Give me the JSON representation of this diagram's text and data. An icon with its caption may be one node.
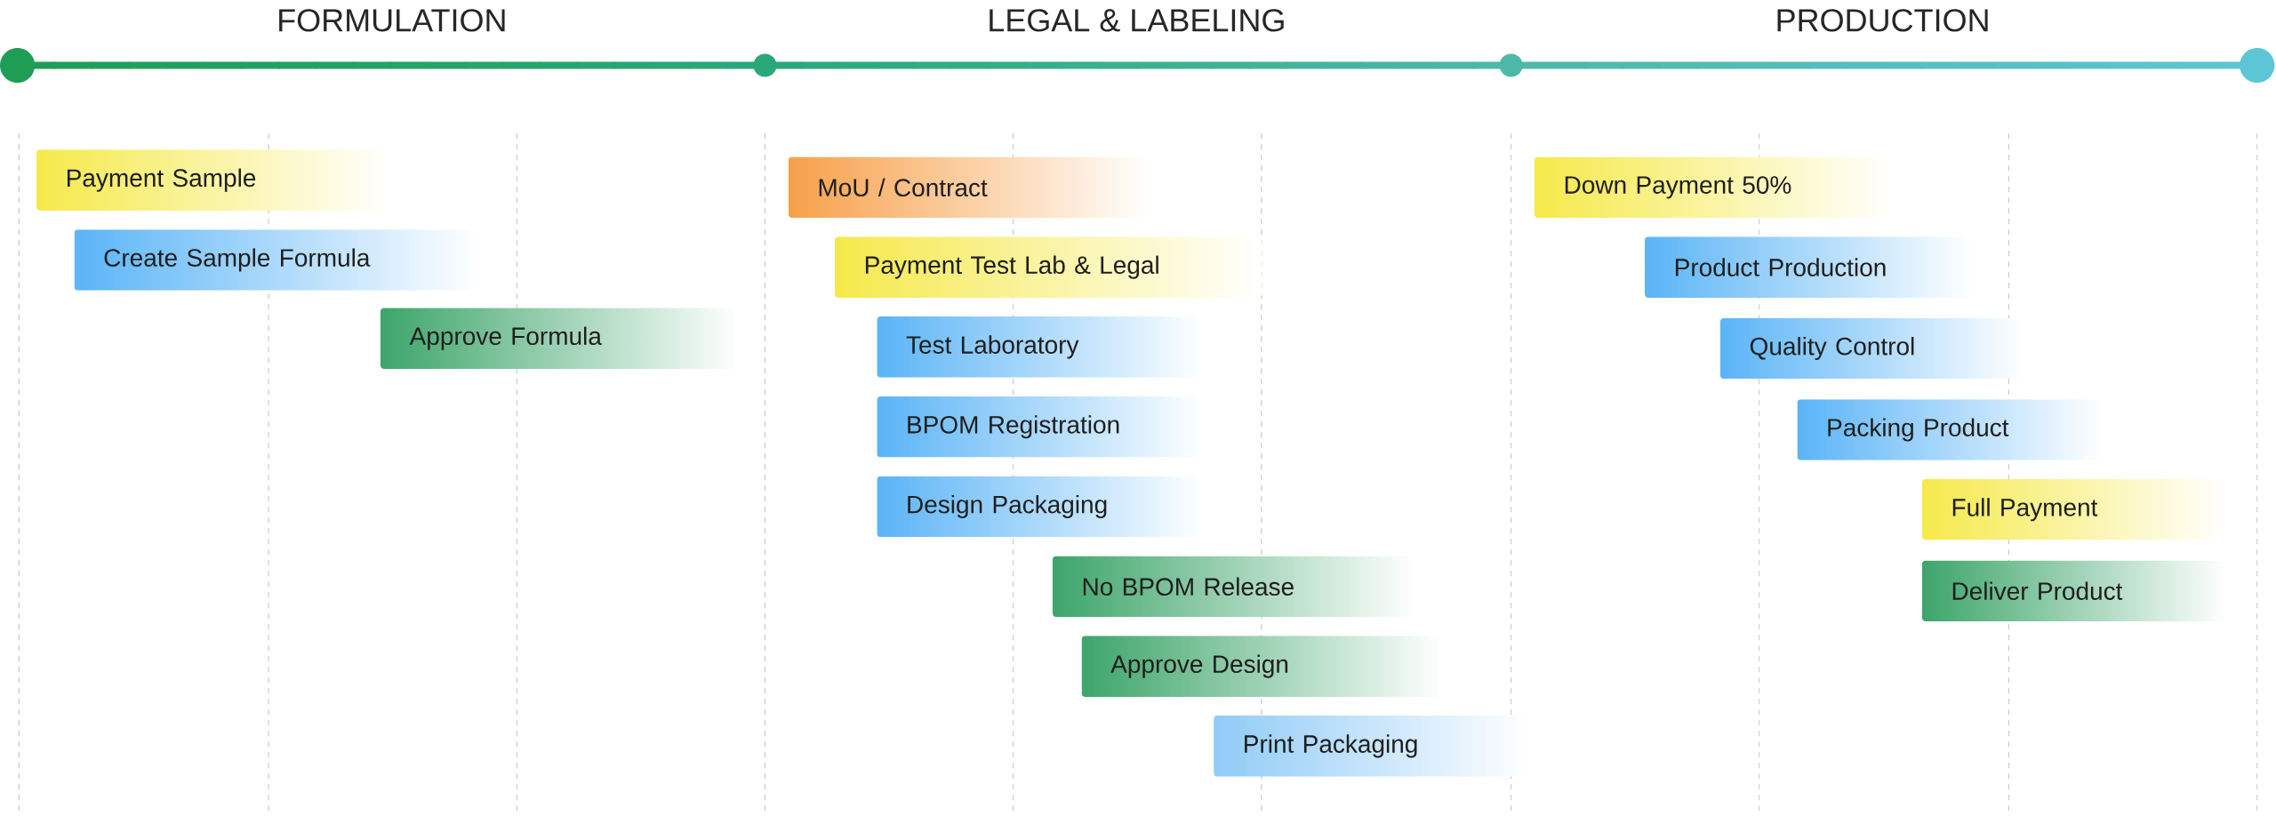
{
  "diagram": {
    "nodes": [
      {
        "text": [
          "Payment Sample"
        ]
      },
      {
        "text": [
          "Create Sample Formula"
        ]
      },
      {
        "text": [
          "Approve Formula"
        ]
      },
      {
        "text": [
          "MoU / Contract"
        ]
      },
      {
        "text": [
          "Payment Test Lab & Legal"
        ]
      },
      {
        "text": [
          "Test Laboratory"
        ]
      },
      {
        "text": [
          "BPOM Registration"
        ]
      },
      {
        "text": [
          "Design Packaging"
        ]
      },
      {
        "text": [
          "No BPOM Release"
        ]
      },
      {
        "text": [
          "Approve Design"
        ]
      },
      {
        "text": [
          "Print Packaging"
        ]
      },
      {
        "text": [
          "Down Payment 50%"
        ]
      },
      {
        "text": [
          "Product Production"
        ]
      },
      {
        "text": [
          "Quality Control"
        ]
      },
      {
        "text": [
          "Packing Product"
        ]
      },
      {
        "text": [
          "Full Payment"
        ]
      },
      {
        "text": [
          "Deliver Product"
        ]
      }
    ],
    "labels": [
      "FORMULATION",
      "LEGAL & LABELING",
      "PRODUCTION"
    ]
  }
}
